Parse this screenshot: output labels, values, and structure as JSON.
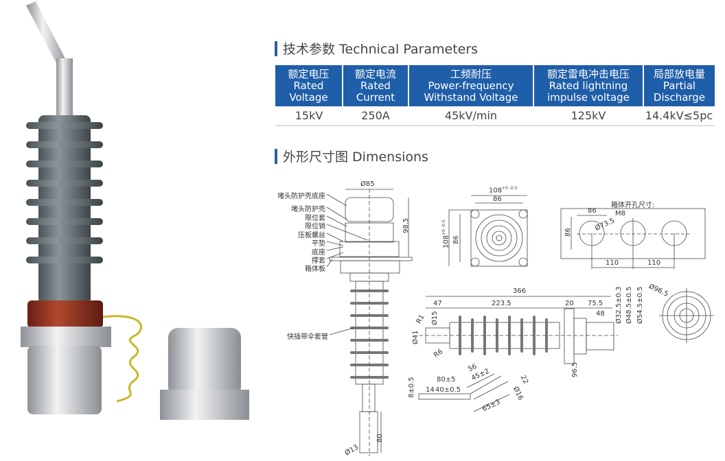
{
  "tech_title": "技术参数 Technical Parameters",
  "dim_title": "外形尺寸图 Dimensions",
  "table": {
    "headers": [
      {
        "cn": "额定电压",
        "en1": "Rated",
        "en2": "Voltage"
      },
      {
        "cn": "额定电流",
        "en1": "Rated",
        "en2": "Current"
      },
      {
        "cn": "工频耐压",
        "en1": "Power-frequency",
        "en2": "Withstand Voltage"
      },
      {
        "cn": "额定雷电冲击电压",
        "en1": "Rated lightning",
        "en2": "impulse voltage"
      },
      {
        "cn": "局部放电量",
        "en1": "Partial",
        "en2": "Discharge"
      }
    ],
    "values": [
      "15kV",
      "250A",
      "45kV/min",
      "125kV",
      "14.4kV≤5pc"
    ]
  },
  "parts": [
    "堵头防护壳底座",
    "堵头防护壳",
    "限位套",
    "限位销",
    "压板螺丝",
    "平垫",
    "底座",
    "撑套",
    "箱体板",
    "快插带伞套管"
  ],
  "front_dims": {
    "dia_top": "Ø85",
    "height": "98.5",
    "dia_bottom": "Ø13",
    "len_bottom": "80"
  },
  "flange_dims": {
    "width": "108",
    "width_tol": "+0 -0.5",
    "bolt": "86",
    "height": "108",
    "height_tol": "+0 -0.5",
    "bolt_v": "86"
  },
  "cutout": {
    "title": "箱体开孔尺寸:",
    "spacing": "86",
    "bolt": "M8",
    "hole": "Ø73.5",
    "spacing_v": "86",
    "pitch1": "110",
    "pitch2": "110"
  },
  "side_dims": {
    "total": "366",
    "d47": "47",
    "d223": "223.5",
    "d20": "20",
    "d75": "75.5",
    "d48": "48",
    "dia1": "Ø32.5±0.3",
    "dia2": "Ø48.5±0.5",
    "dia3": "Ø54.5±0.5",
    "r1": "R1",
    "dia15": "Ø15",
    "dia41": "Ø41",
    "r6": "R6",
    "h96": "96.5",
    "end_dia": "Ø96.5"
  },
  "lug_dims": {
    "d56": "56",
    "d45": "45±2",
    "d80": "80±5",
    "d14": "14",
    "d40": "40±0.5",
    "d8": "8±0.5",
    "d22": "22",
    "d16": "Ø16",
    "d65": "65±3"
  }
}
